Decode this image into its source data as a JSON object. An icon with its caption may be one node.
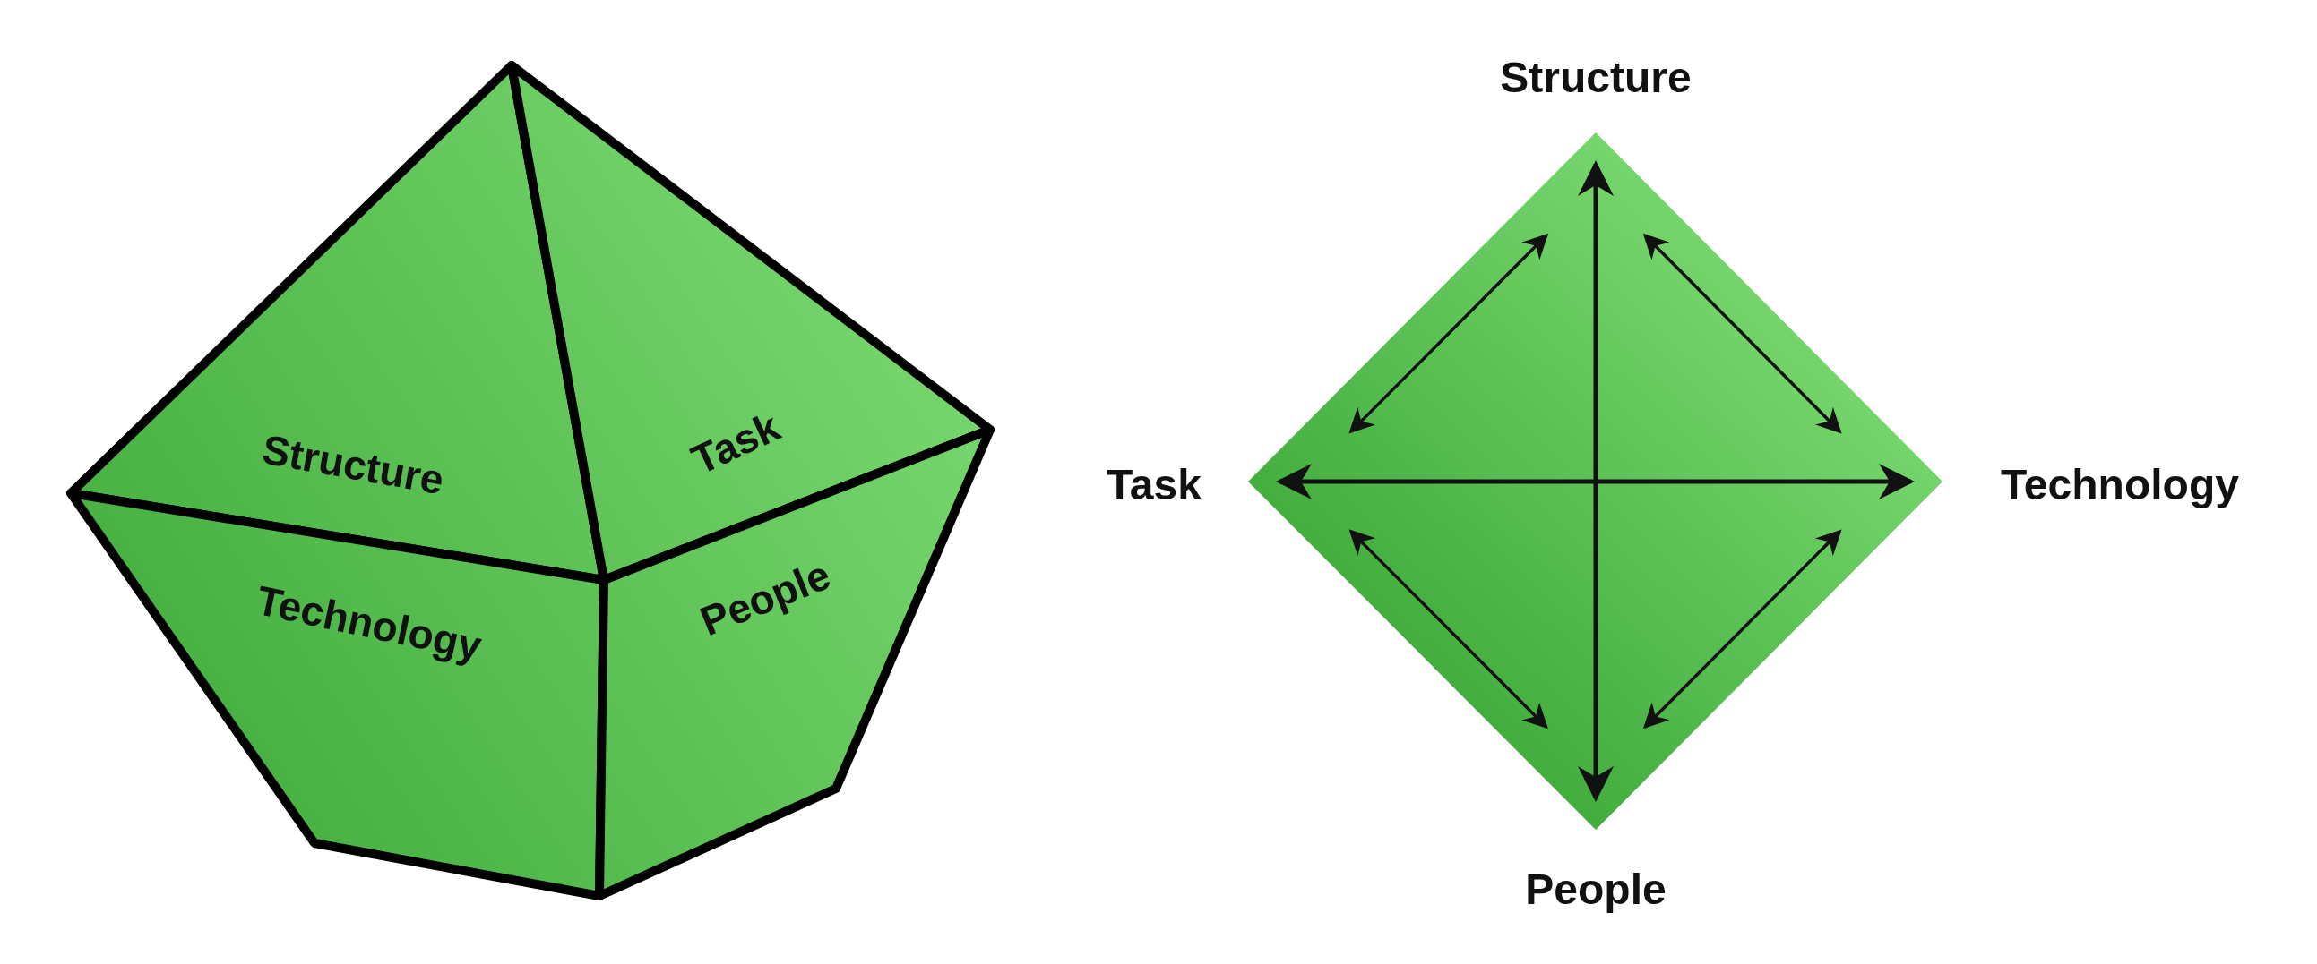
{
  "diagram": {
    "nodes": [
      {
        "text": [
          "Structure"
        ]
      },
      {
        "text": [
          "Task"
        ]
      },
      {
        "text": [
          "Technology"
        ]
      },
      {
        "text": [
          "People"
        ]
      },
      {
        "text": [
          "Structure"
        ]
      },
      {
        "text": [
          "Task"
        ]
      },
      {
        "text": [
          "Technology"
        ]
      },
      {
        "text": [
          "People"
        ]
      }
    ],
    "edges": [
      {
        "from": 4,
        "to": 7,
        "arrow": "both"
      },
      {
        "from": 5,
        "to": 6,
        "arrow": "both"
      },
      {
        "from": 4,
        "to": 5,
        "arrow": "both"
      },
      {
        "from": 4,
        "to": 6,
        "arrow": "both"
      },
      {
        "from": 5,
        "to": 7,
        "arrow": "both"
      },
      {
        "from": 6,
        "to": 7,
        "arrow": "both"
      }
    ]
  }
}
